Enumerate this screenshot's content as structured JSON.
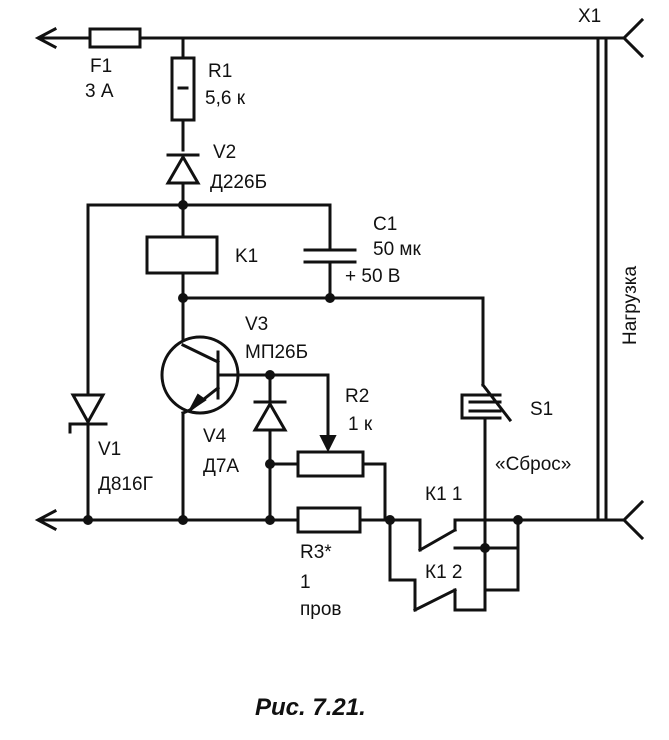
{
  "labels": {
    "x1": "X1",
    "f1_ref": "F1",
    "f1_val": "3 А",
    "r1_ref": "R1",
    "r1_val": "5,6 к",
    "v2_ref": "V2",
    "v2_val": "Д226Б",
    "k1_ref": "K1",
    "c1_ref": "C1",
    "c1_val1": "50 мк",
    "c1_val2": "+ 50 В",
    "v3_ref": "V3",
    "v3_val": "МП26Б",
    "r2_ref": "R2",
    "r2_val": "1 к",
    "s1_ref": "S1",
    "s1_name": "«Сброс»",
    "v4_ref": "V4",
    "v4_val": "Д7А",
    "v1_ref": "V1",
    "v1_val": "Д816Г",
    "k11": "К1 1",
    "k12": "К1 2",
    "r3_ref": "R3*",
    "r3_val1": "1",
    "r3_val2": "пров",
    "load": "Нагрузка"
  },
  "caption": "Рис. 7.21."
}
